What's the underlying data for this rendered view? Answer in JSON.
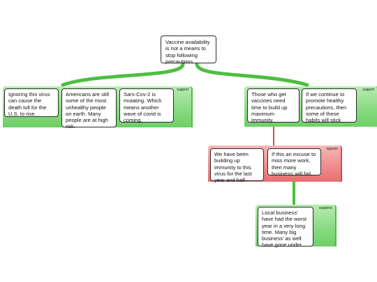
{
  "root": {
    "text": "Vaccine availability is not a means to stop following precautions."
  },
  "groups": {
    "left_support": {
      "label": "support",
      "claims": [
        "Ignoring this virus can cause the death toll for the U.S. to rise.",
        "Americans are still some of the most unhealthy people on earth. Many people are at high risk.",
        "Sars-Cov-2 is mutating. Which means another wave of covid is coming."
      ]
    },
    "right_support": {
      "label": "support",
      "claims": [
        "Those who get vaccines need time to build up maximum immunity.",
        "If we continue to promote healthy precautions, then some of these habits will stick"
      ]
    },
    "oppose": {
      "label": "oppose",
      "claims": [
        "We have been building up immunity to this virus for the last year and half.",
        "If this an excuse to miss more work, then many business' will fail."
      ]
    },
    "bottom_support": {
      "label": "supports",
      "claims": [
        "Local business' have had the worst year in a very long time. Many big business' as well have gone under."
      ]
    }
  },
  "colors": {
    "support_green": "#4cbf40",
    "oppose_red": "#d94a4a"
  }
}
